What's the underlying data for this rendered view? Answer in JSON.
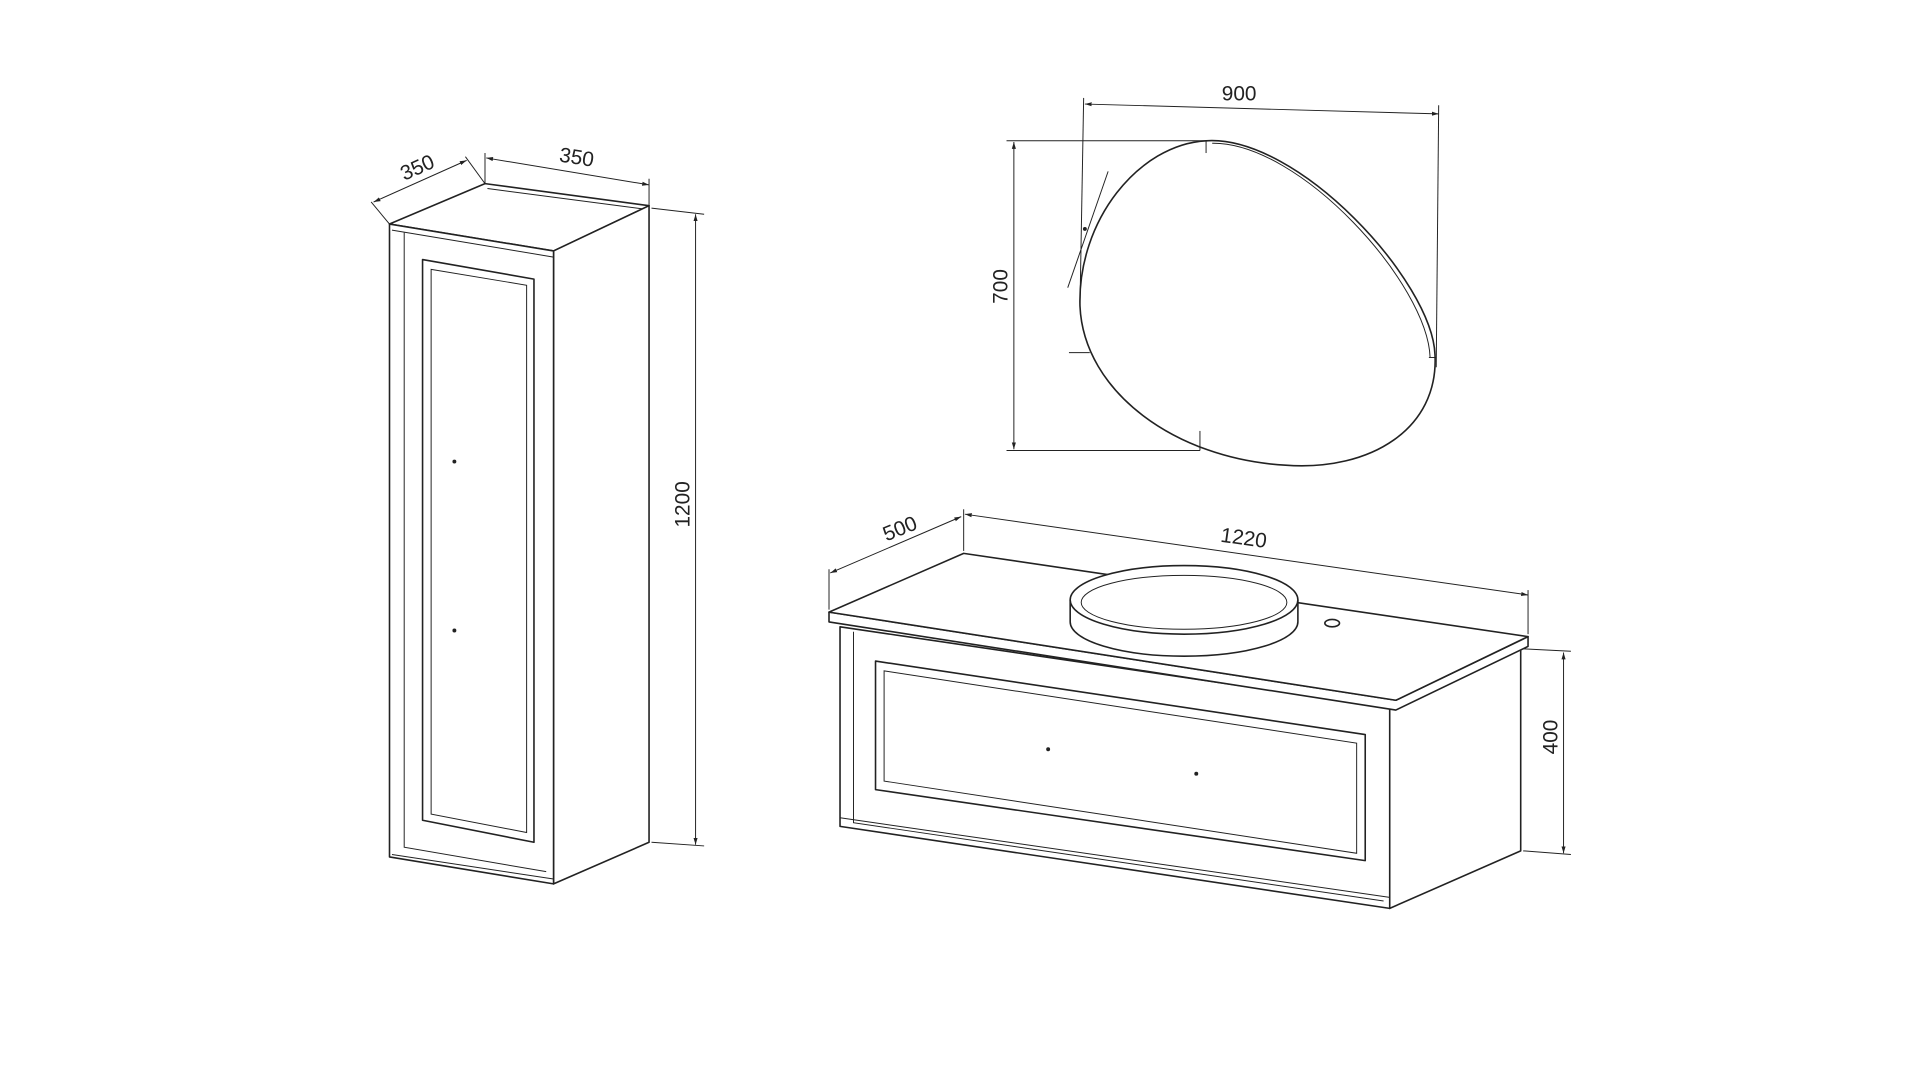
{
  "drawing": {
    "tall_cabinet": {
      "depth_label": "350",
      "width_label": "350",
      "height_label": "1200"
    },
    "mirror": {
      "width_label": "900",
      "height_label": "700"
    },
    "vanity": {
      "depth_label": "500",
      "width_label": "1220",
      "height_label": "400"
    }
  },
  "colors": {
    "line": "#222222",
    "background": "#ffffff"
  }
}
